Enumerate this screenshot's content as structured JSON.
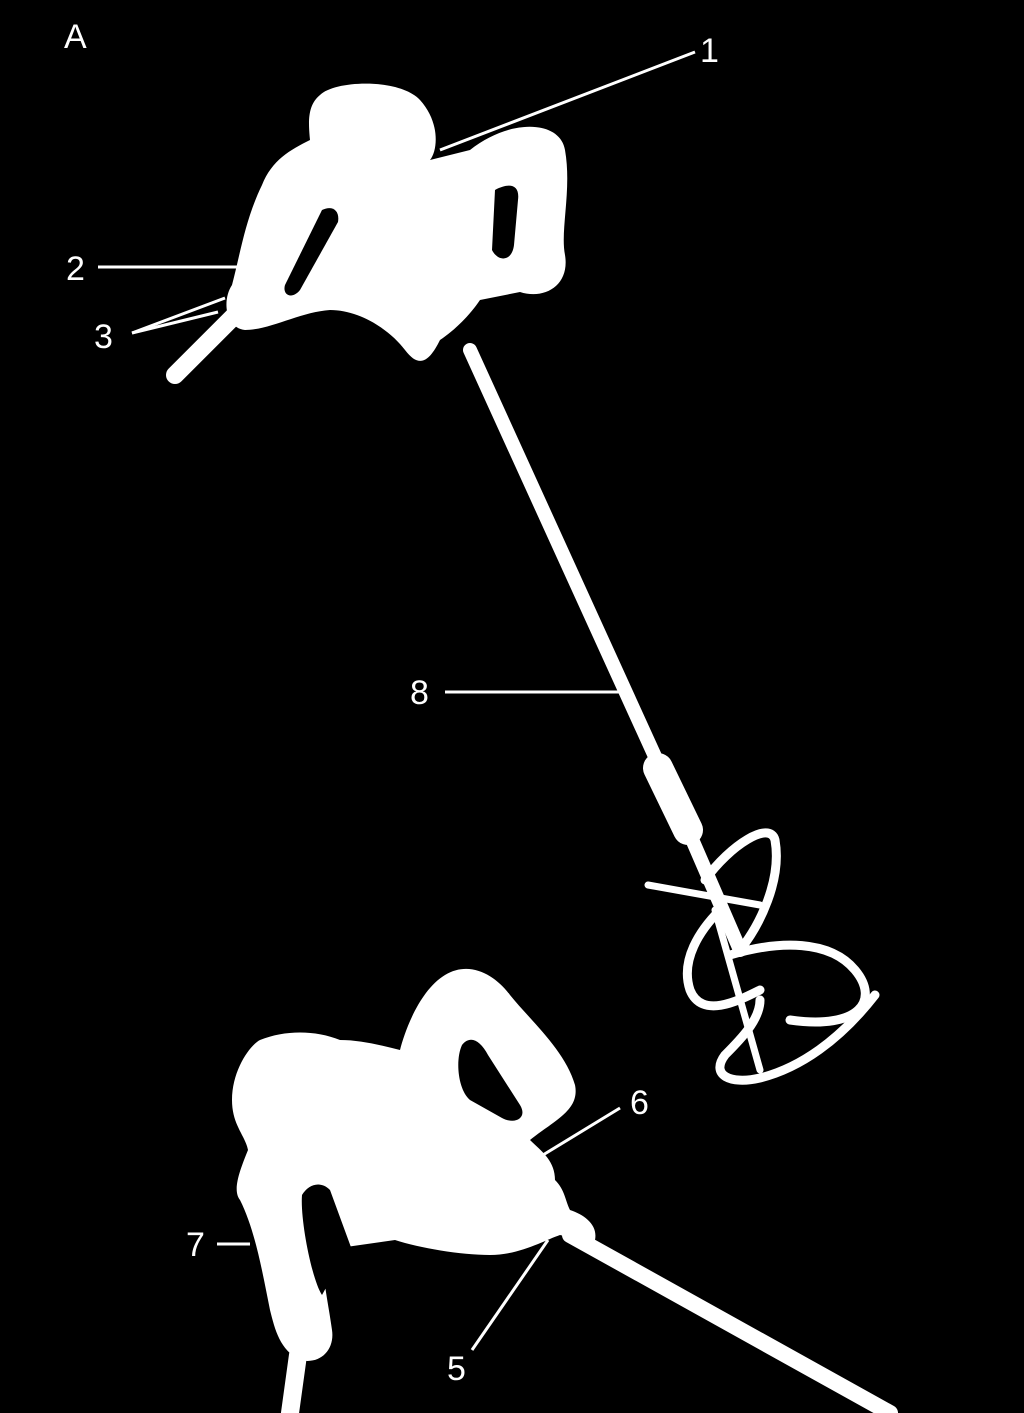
{
  "figure": {
    "panel_label": "A",
    "background_color": "#000000",
    "foreground_color": "#ffffff",
    "callouts": [
      {
        "id": "1",
        "text": "1"
      },
      {
        "id": "2",
        "text": "2"
      },
      {
        "id": "3",
        "text": "3"
      },
      {
        "id": "5",
        "text": "5"
      },
      {
        "id": "6",
        "text": "6"
      },
      {
        "id": "7",
        "text": "7"
      },
      {
        "id": "8",
        "text": "8"
      }
    ]
  }
}
